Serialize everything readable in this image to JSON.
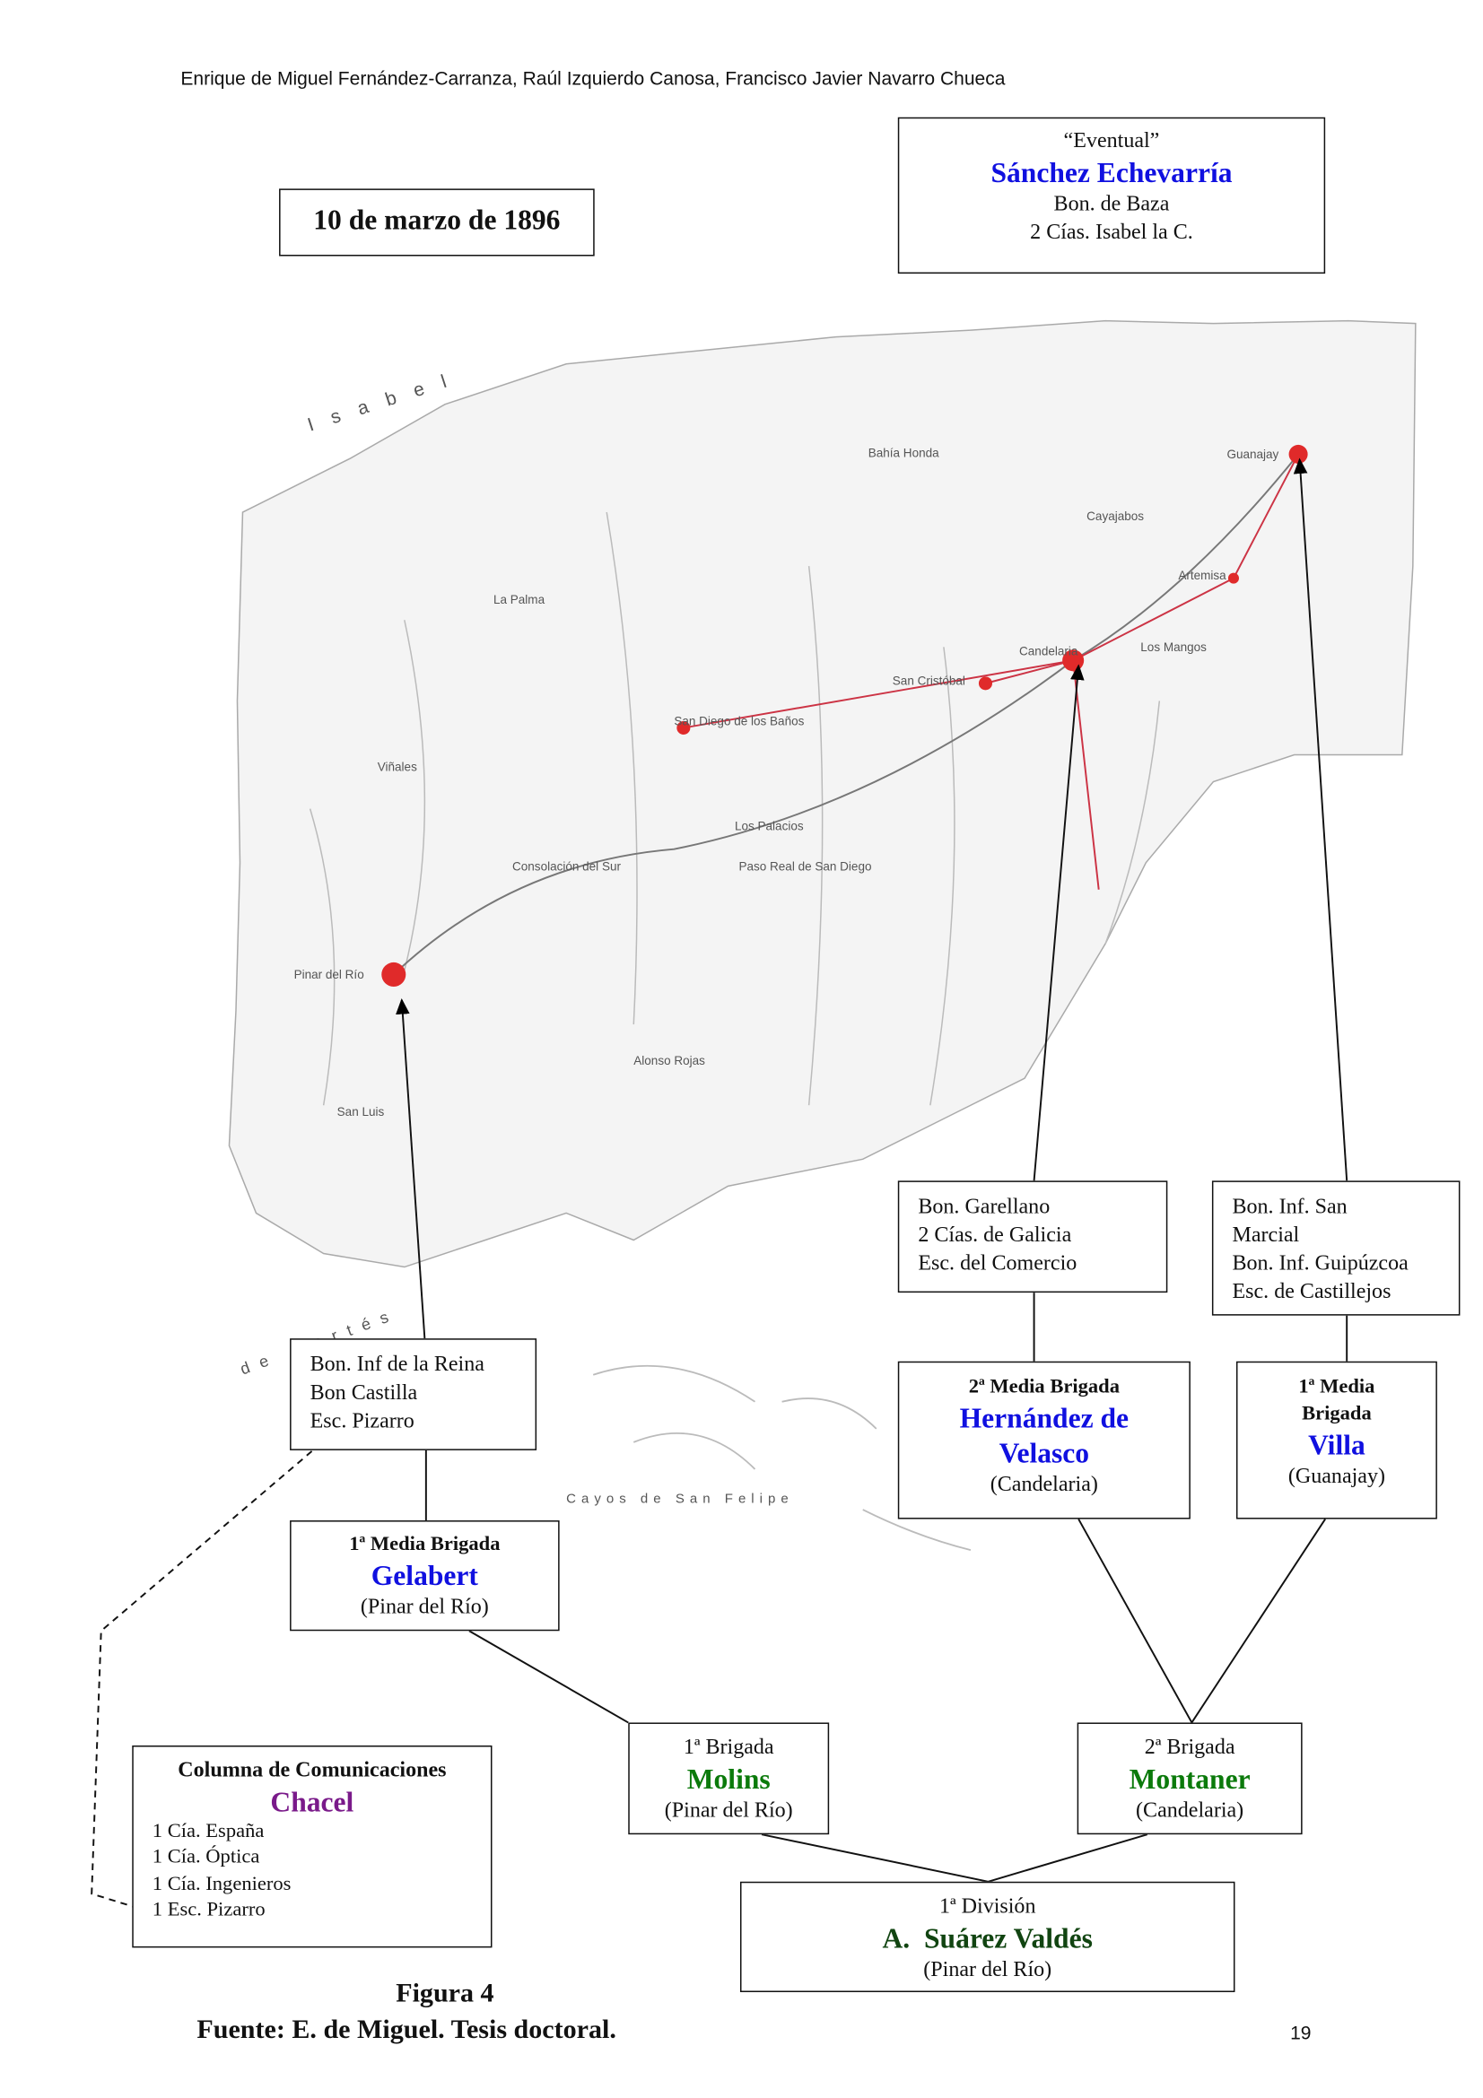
{
  "header": {
    "authors": "Enrique de Miguel Fernández-Carranza, Raúl Izquierdo Canosa, Francisco Javier Navarro Chueca"
  },
  "date_box": {
    "text": "10 de marzo de 1896"
  },
  "eventual": {
    "label": "“Eventual”",
    "name": "Sánchez Echevarría",
    "lines": [
      "Bon. de Baza",
      "2 Cías. Isabel la C."
    ]
  },
  "map": {
    "labels": [
      "Pinar del Río",
      "Viñales",
      "San Diego de los Baños",
      "Candelaria",
      "Guanajay",
      "Artemisa",
      "Los Palacios",
      "Paso Real de San Diego",
      "Consolación del Sur",
      "San Cristóbal",
      "Los Mangos",
      "Bahía Honda",
      "Cayajabos",
      "La Palma",
      "San Luis",
      "Alonso Rojas"
    ],
    "sea_labels": [
      "Isabel",
      "de Cortés",
      "Cayos de San Felipe"
    ],
    "route_color": "#cc3344"
  },
  "garellano_box": {
    "lines": [
      "Bon. Garellano",
      "2 Cías. de Galicia",
      "Esc. del Comercio"
    ]
  },
  "sanmarcial_box": {
    "lines": [
      "Bon. Inf. San",
      "Marcial",
      "Bon. Inf. Guipúzcoa",
      "Esc. de Castillejos"
    ]
  },
  "reina_box": {
    "lines": [
      "Bon. Inf de la Reina",
      "Bon Castilla",
      "Esc. Pizarro"
    ]
  },
  "hernandez": {
    "title": "2ª Media Brigada",
    "name1": "Hernández de",
    "name2": "Velasco",
    "place": "(Candelaria)"
  },
  "villa": {
    "title1": "1ª Media",
    "title2": "Brigada",
    "name": "Villa",
    "place": "(Guanajay)"
  },
  "gelabert": {
    "title": "1ª Media Brigada",
    "name": "Gelabert",
    "place": "(Pinar del Río)"
  },
  "molins": {
    "title": "1ª Brigada",
    "name": "Molins",
    "place": "(Pinar del Río)"
  },
  "montaner": {
    "title": "2ª Brigada",
    "name": "Montaner",
    "place": "(Candelaria)"
  },
  "division": {
    "title": "1ª División",
    "name": "A.  Suárez Valdés",
    "place": "(Pinar del Río)"
  },
  "chacel": {
    "title": "Columna de Comunicaciones",
    "name": "Chacel",
    "lines": [
      "1 Cía. España",
      "1 Cía. Óptica",
      "1 Cía. Ingenieros",
      "1 Esc. Pizarro"
    ]
  },
  "caption": {
    "figure": "Figura 4",
    "source": "Fuente: E. de Miguel. Tesis doctoral."
  },
  "page_number": "19"
}
